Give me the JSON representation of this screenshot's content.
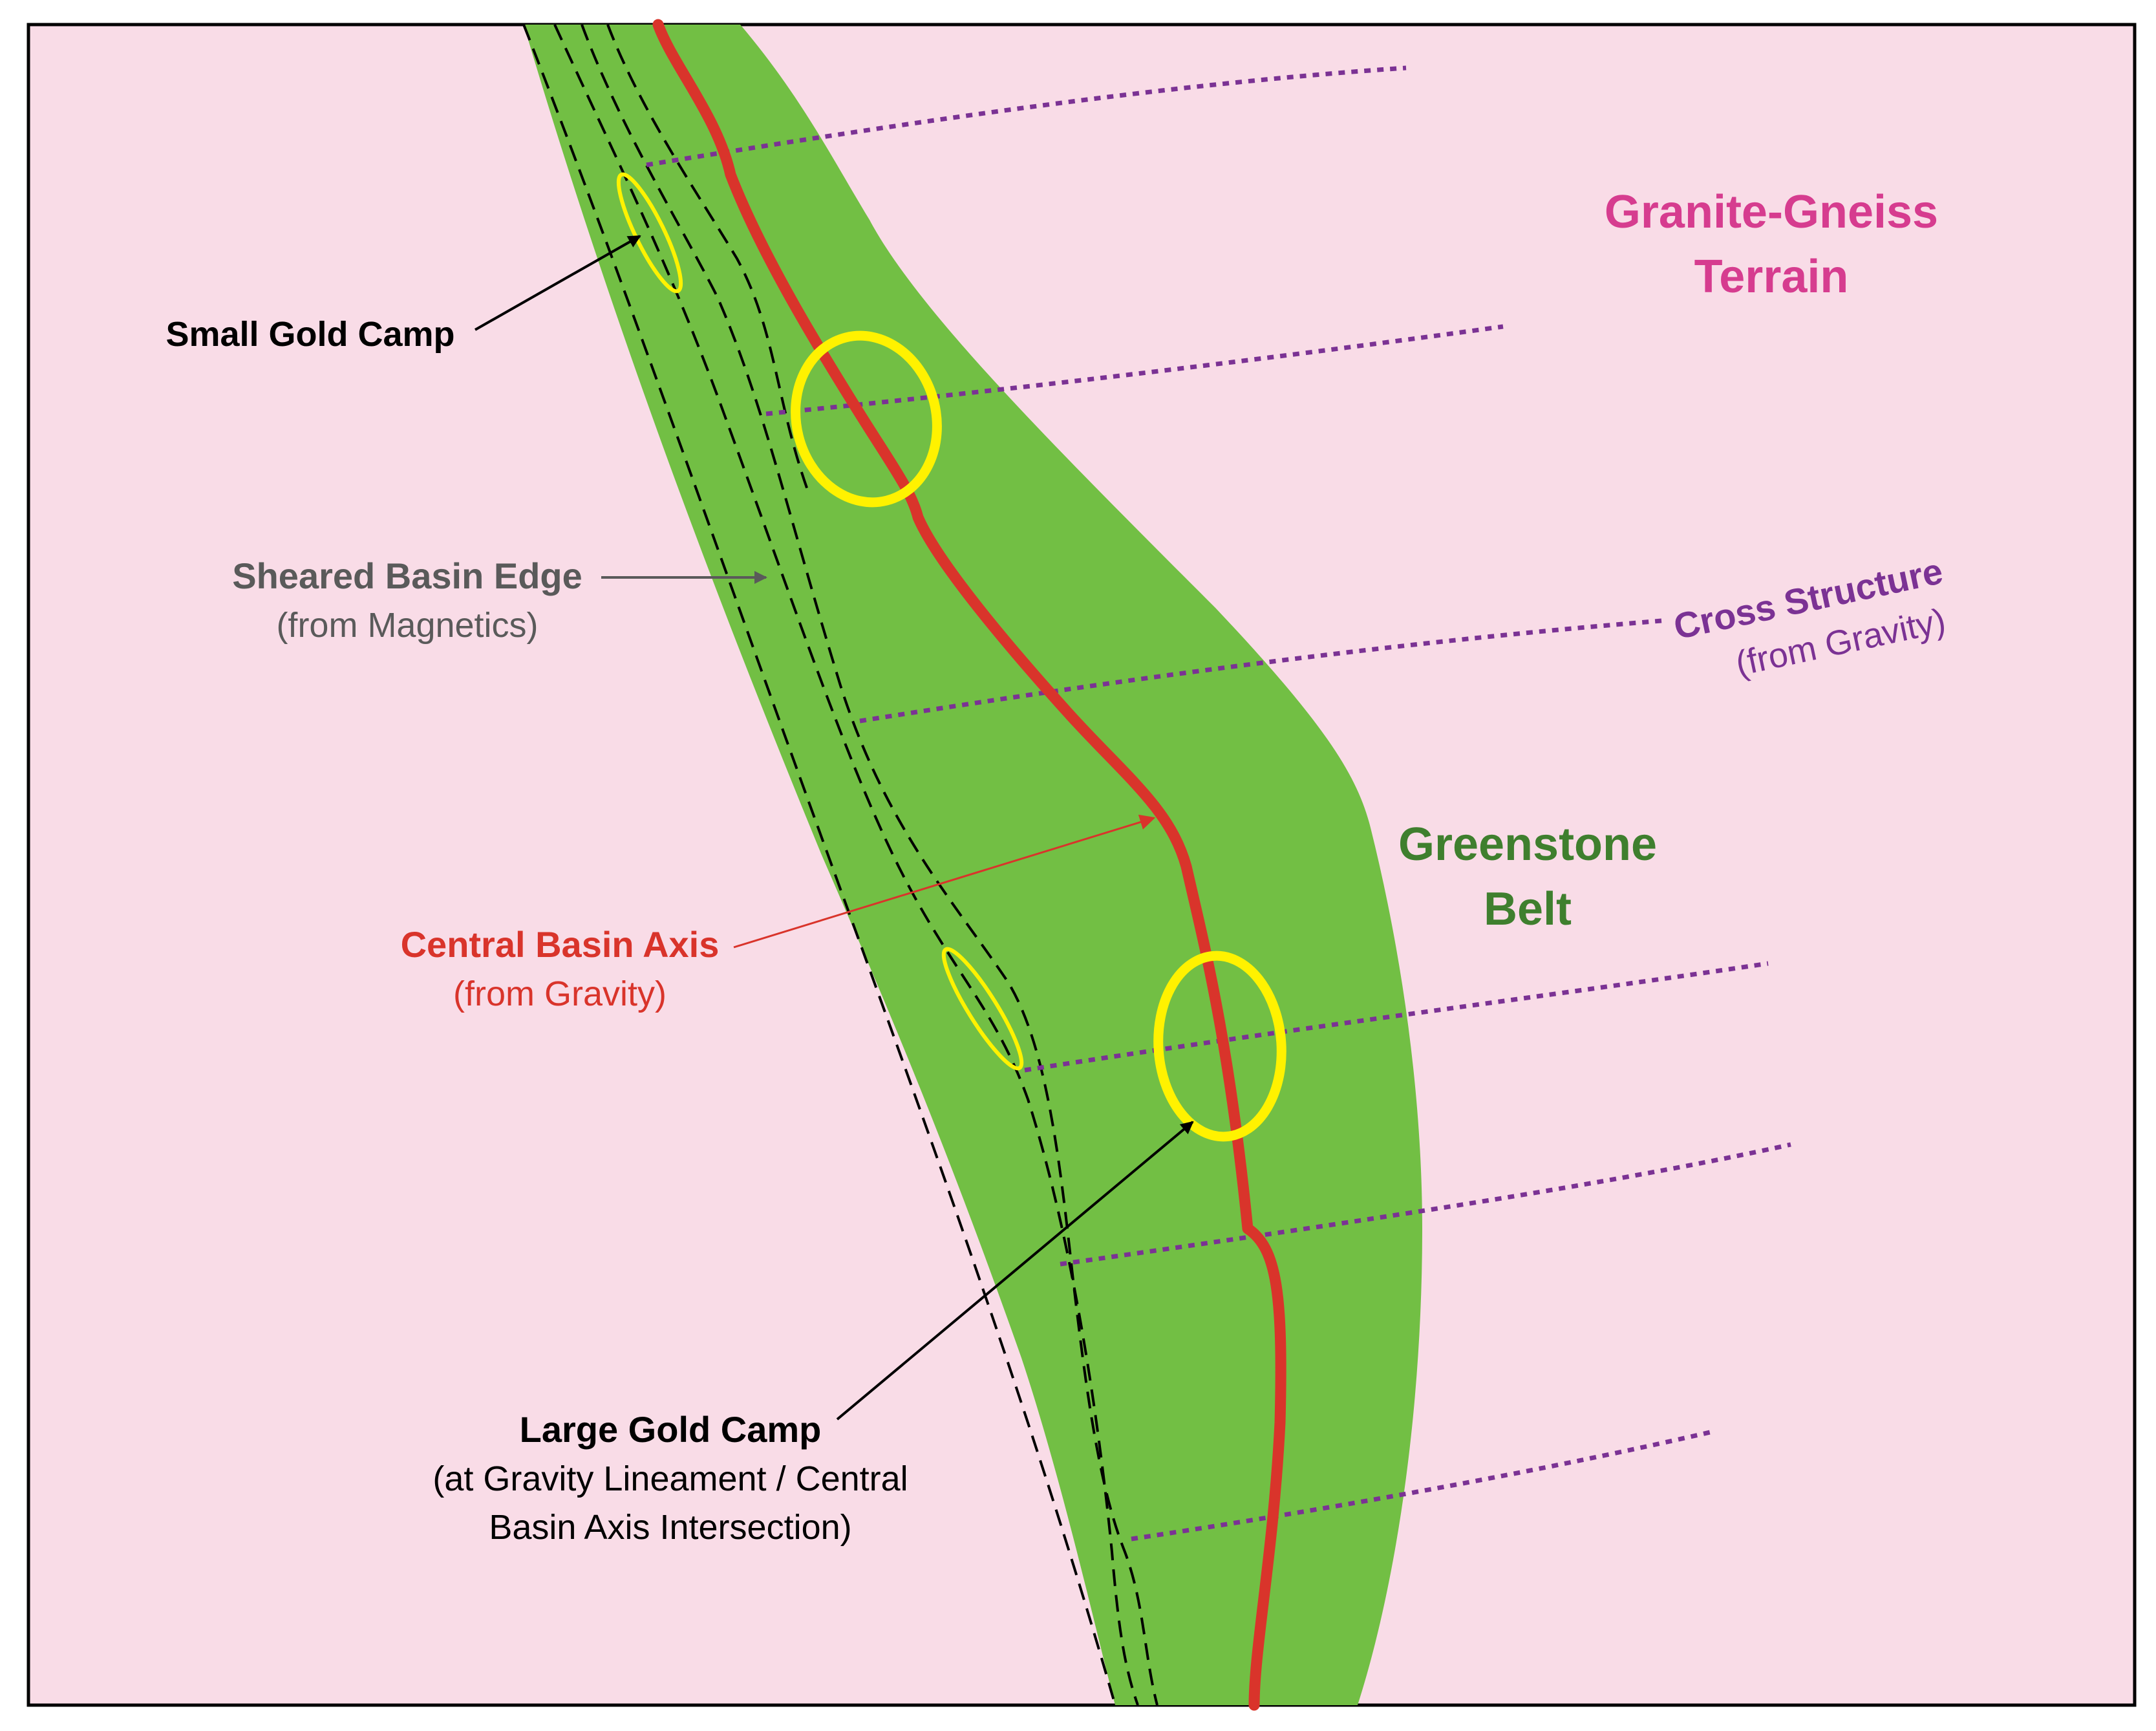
{
  "colors": {
    "terrain_background": "#F9DCE7",
    "greenstone_belt": "#72BF44",
    "basin_axis": "#D9342B",
    "gold_camp": "#FFF200",
    "cross_structure": "#7B3294",
    "terrain_label": "#D63C8F",
    "belt_label": "#3F7F2E",
    "sheared_edge_label": "#5A5A5A",
    "outline": "#000000"
  },
  "labels": {
    "terrain": {
      "line1": "Granite-Gneiss",
      "line2": "Terrain"
    },
    "belt": {
      "line1": "Greenstone",
      "line2": "Belt"
    },
    "cross_structure": {
      "title": "Cross Structure",
      "source": "(from Gravity)"
    },
    "small_gold_camp": {
      "title": "Small Gold Camp"
    },
    "sheared_basin_edge": {
      "title": "Sheared Basin Edge",
      "source": "(from Magnetics)"
    },
    "central_basin_axis": {
      "title": "Central Basin Axis",
      "source": "(from Gravity)"
    },
    "large_gold_camp": {
      "title": "Large Gold Camp",
      "line2": "(at Gravity Lineament / Central",
      "line3": "Basin Axis Intersection)"
    }
  }
}
